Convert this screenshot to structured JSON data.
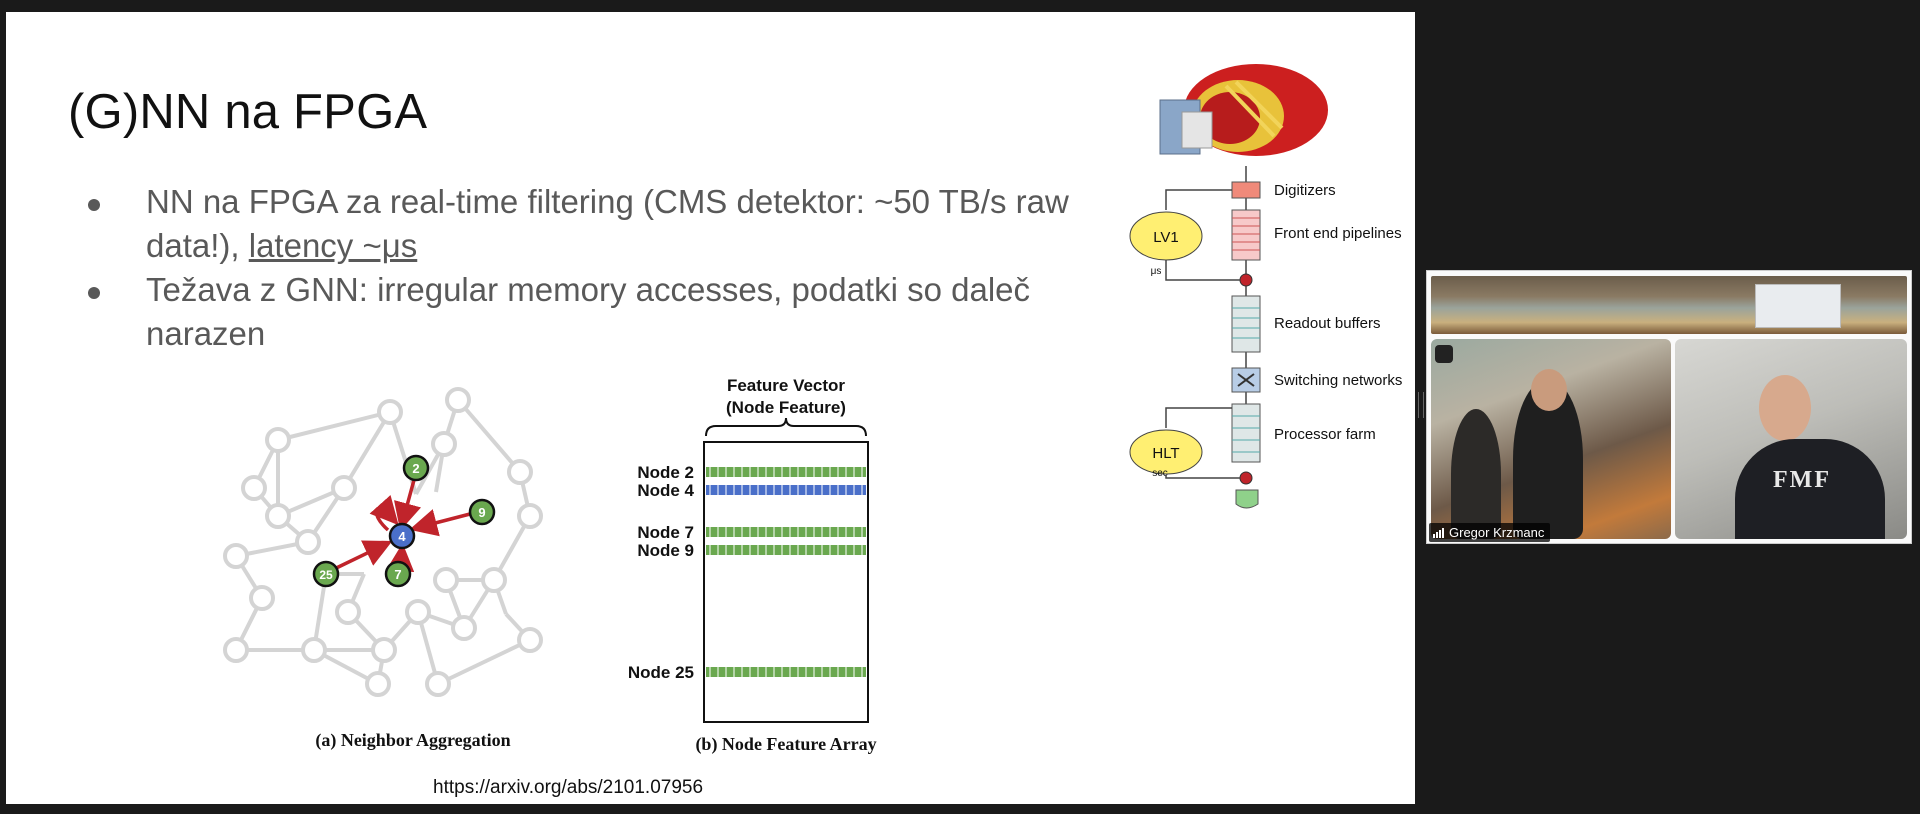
{
  "slide": {
    "title": "(G)NN na FPGA",
    "bullets": [
      {
        "text_before": "NN na FPGA za real-time filtering (CMS detektor: ~50 TB/s raw data!), ",
        "underlined": "latency ~μs"
      },
      {
        "text_before": "Težava z GNN: irregular memory accesses, podatki so daleč narazen",
        "underlined": ""
      }
    ],
    "link": "https://arxiv.org/abs/2101.07956"
  },
  "figure_graph": {
    "caption": "(a) Neighbor Aggregation",
    "center_node": "4",
    "neighbor_nodes": [
      "2",
      "9",
      "7",
      "25"
    ],
    "colors": {
      "edge": "#cccccc",
      "highlight_edge": "#c0242b",
      "neighbor_fill": "#6aa84f",
      "center_fill": "#4a6fc9"
    }
  },
  "figure_array": {
    "header": "Feature Vector",
    "header_sub": "(Node Feature)",
    "caption": "(b) Node Feature Array",
    "rows": [
      {
        "label": "Node 2",
        "color": "#6aa84f"
      },
      {
        "label": "Node 4",
        "color": "#4a6fc9"
      },
      {
        "label": "Node 7",
        "color": "#6aa84f"
      },
      {
        "label": "Node 9",
        "color": "#6aa84f"
      },
      {
        "label": "Node 25",
        "color": "#6aa84f"
      }
    ]
  },
  "cms_diagram": {
    "stages": [
      "Digitizers",
      "Front end pipelines",
      "Readout buffers",
      "Switching networks",
      "Processor farm"
    ],
    "lv1": "LV1",
    "lv1_time": "μs",
    "hlt": "HLT",
    "hlt_time": "sec"
  },
  "video": {
    "participant_name": "Gregor Krzmanc",
    "shirt_text": "FMF"
  }
}
